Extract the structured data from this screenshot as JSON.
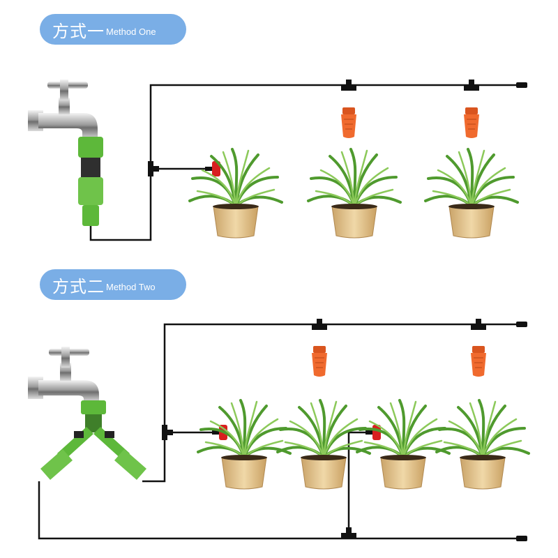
{
  "method_one": {
    "label_cn": "方式一",
    "label_en": "Method One",
    "plants": 3,
    "nozzles": 3
  },
  "method_two": {
    "label_cn": "方式二",
    "label_en": "Method Two",
    "plants": 4,
    "nozzles": 4
  },
  "colors": {
    "pill": "#7aaee6",
    "tube": "#111111",
    "nozzle": "#e8602a",
    "nozzle_cap": "#d81f1f",
    "connector": "#6fc34a",
    "pot": "#e8cc9a",
    "leaf": "#4f9a2e"
  }
}
